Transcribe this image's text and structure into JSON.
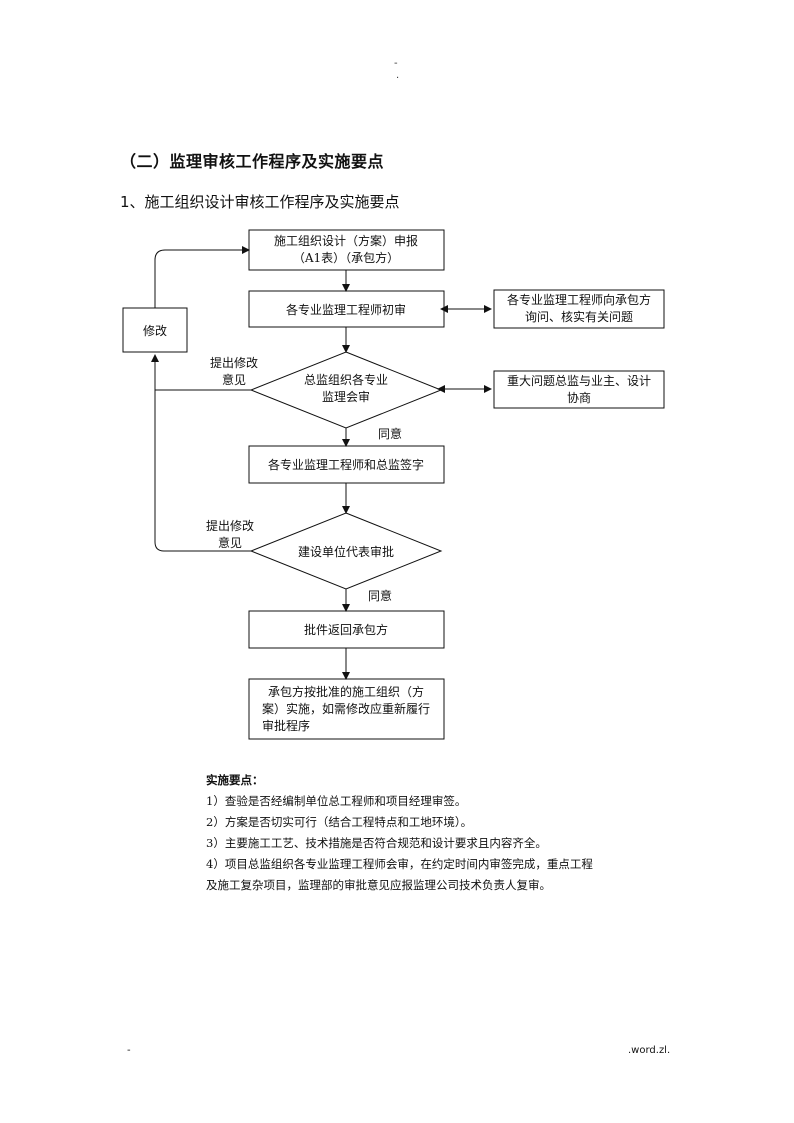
{
  "header": {
    "mark_top": "-",
    "mark_bottom": "."
  },
  "section_title": "（二）监理审核工作程序及实施要点",
  "subsection_title": "1、施工组织设计审核工作程序及实施要点",
  "flow": {
    "start_lines": [
      "施工组织设计（方案）申报",
      "（A1表）（承包方）"
    ],
    "initial_review": "各专业监理工程师初审",
    "inquiry_lines": [
      "各专业监理工程师向承包方",
      "询问、核实有关问题"
    ],
    "revise": "修改",
    "meeting_lines": [
      "总监组织各专业",
      "监理会审"
    ],
    "coordinate_lines": [
      "重大问题总监与业主、设计",
      "协商"
    ],
    "feedback1_lines": [
      "提出修改",
      "意见"
    ],
    "agree1": "同意",
    "sign": "各专业监理工程师和总监签字",
    "approval": "建设单位代表审批",
    "feedback2_lines": [
      "提出修改",
      "意见"
    ],
    "agree2": "同意",
    "return": "批件返回承包方",
    "implement_lines": [
      "承包方按批准的施工组织（方",
      "案）实施，如需修改应重新履行",
      "审批程序"
    ]
  },
  "notes": {
    "title": "实施要点：",
    "items": [
      "1）查验是否经编制单位总工程师和项目经理审签。",
      "2）方案是否切实可行（结合工程特点和工地环境）。",
      "3）主要施工工艺、技术措施是否符合规范和设计要求且内容齐全。",
      "4）项目总监组织各专业监理工程师会审，在约定时间内审签完成，重点工程",
      "及施工复杂项目，监理部的审批意见应报监理公司技术负责人复审。"
    ]
  },
  "footer": {
    "left": "-",
    "right": ".word.zl."
  }
}
